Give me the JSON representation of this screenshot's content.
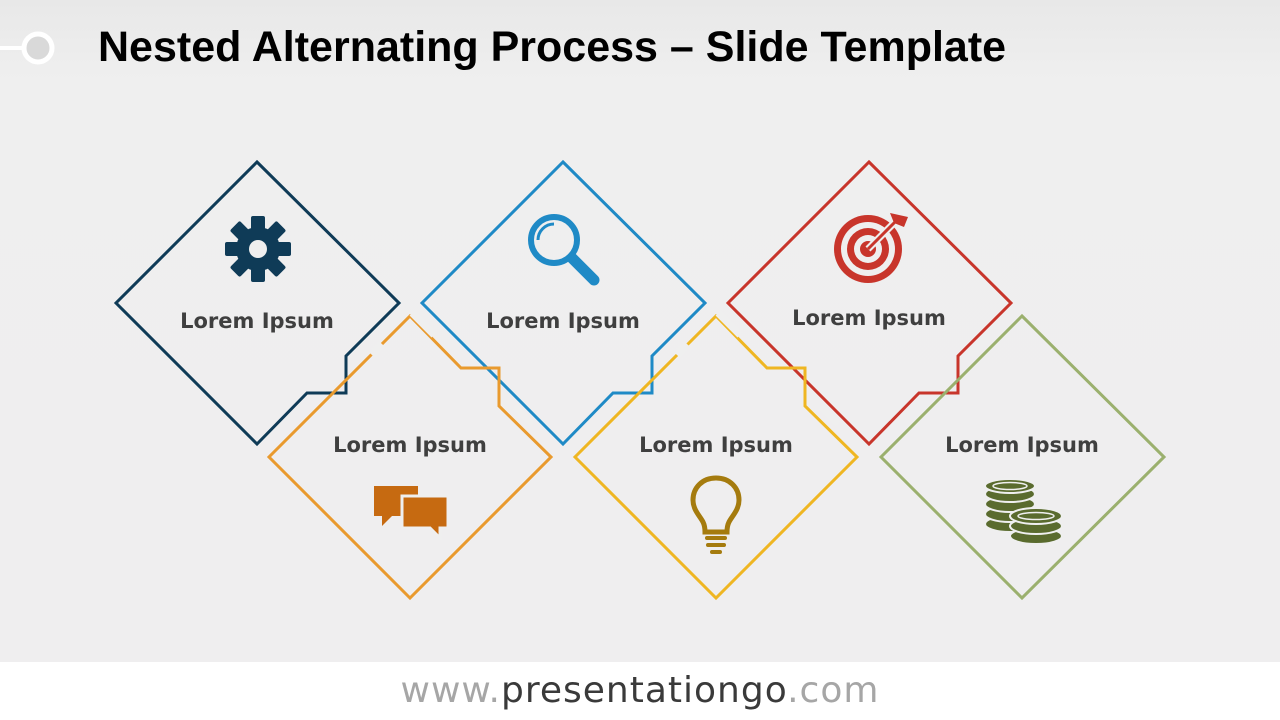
{
  "title": "Nested Alternating Process – Slide Template",
  "colors": {
    "step1": "#0f3b57",
    "step2": "#e99a2e",
    "step3": "#1f8ac6",
    "step4": "#efb622",
    "step5": "#c8352b",
    "step6": "#9bb06e",
    "icon_chat": "#c66a11",
    "icon_bulb": "#a57b0e",
    "icon_coins": "#5a6b2e"
  },
  "steps": [
    {
      "label": "Lorem Ipsum",
      "icon": "gear-icon"
    },
    {
      "label": "Lorem Ipsum",
      "icon": "chat-bubbles-icon"
    },
    {
      "label": "Lorem Ipsum",
      "icon": "magnifier-icon"
    },
    {
      "label": "Lorem Ipsum",
      "icon": "lightbulb-icon"
    },
    {
      "label": "Lorem Ipsum",
      "icon": "target-icon"
    },
    {
      "label": "Lorem Ipsum",
      "icon": "coins-icon"
    }
  ],
  "footer": {
    "prefix": "www.",
    "brand": "presentationgo",
    "suffix": ".com"
  }
}
